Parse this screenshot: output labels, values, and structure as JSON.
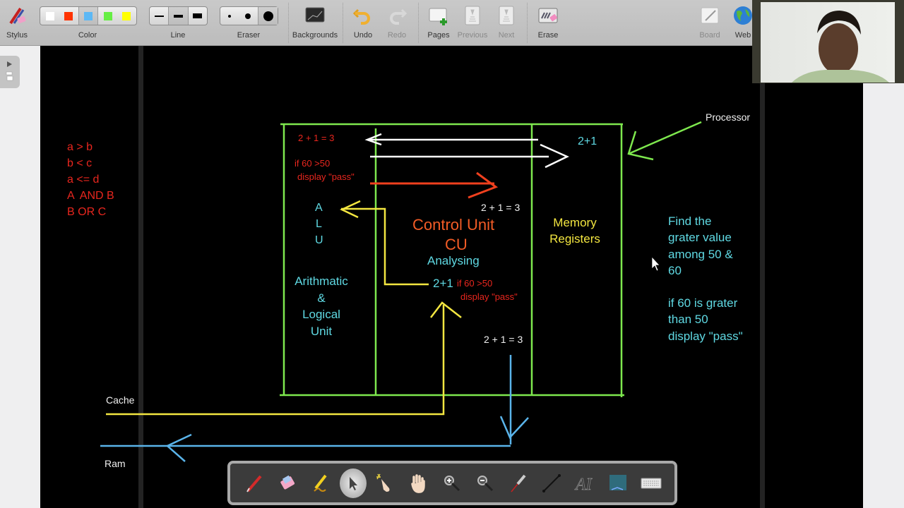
{
  "toolbar": {
    "stylus": "Stylus",
    "color": {
      "label": "Color",
      "swatches": [
        "#ffffff",
        "#ff3300",
        "#5cb8f5",
        "#66ee44",
        "#ffff00"
      ],
      "selected_index": 2
    },
    "line": {
      "label": "Line",
      "sizes": [
        "thin",
        "medium",
        "thick"
      ],
      "selected_index": 1
    },
    "eraser": {
      "label": "Eraser",
      "sizes": [
        "small",
        "medium",
        "large"
      ],
      "selected_index": 2
    },
    "backgrounds": "Backgrounds",
    "undo": "Undo",
    "redo": "Redo",
    "pages": "Pages",
    "previous": "Previous",
    "next": "Next",
    "erase": "Erase",
    "board": "Board",
    "web": "Web"
  },
  "canvas": {
    "logic_expressions": [
      "a > b",
      "b < c",
      "a <= d",
      "A  AND B",
      "B OR C"
    ],
    "cache_label": "Cache",
    "ram_label": "Ram",
    "processor_label": "Processor",
    "alu": {
      "red_eq": "2 + 1 = 3",
      "red_if_1": "if 60 >50",
      "red_if_2": "display \"pass\"",
      "letters": [
        "A",
        "L",
        "U"
      ],
      "full_name": [
        "Arithmatic",
        "&",
        "Logical",
        "Unit"
      ]
    },
    "cu": {
      "white_eq_top": "2 + 1 = 3",
      "title_1": "Control Unit",
      "title_2": "CU",
      "analysing": "Analysing",
      "expr": "2+1",
      "if_1": "if 60 >50",
      "if_2": "display \"pass\"",
      "white_eq_bottom": "2 + 1 = 3"
    },
    "memory": {
      "expr": "2+1",
      "label_1": "Memory",
      "label_2": "Registers"
    },
    "note": [
      "Find the",
      "grater value",
      "among 50 &",
      "60",
      "",
      "if 60 is grater",
      "than 50",
      "display \"pass\""
    ]
  },
  "bottom_toolbar": {
    "tools": [
      "pen",
      "eraser",
      "highlighter",
      "select",
      "click",
      "pan",
      "zoom-in",
      "zoom-out",
      "laser-pointer",
      "line",
      "text-recognition",
      "screen-capture",
      "keyboard"
    ],
    "selected": "select"
  },
  "colors": {
    "canvas_bg": "#000000",
    "box_green": "#7ee84e",
    "arrow_white": "#ffffff",
    "arrow_red": "#f0401e",
    "arrow_yellow": "#f3e640",
    "arrow_blue": "#5ab4ea"
  }
}
